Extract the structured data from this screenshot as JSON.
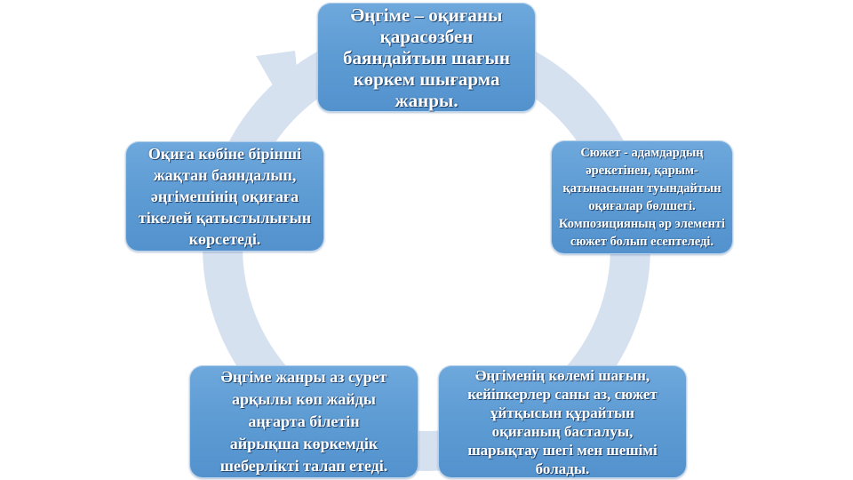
{
  "diagram": {
    "type": "cycle",
    "direction": "clockwise",
    "colors": {
      "background": "#ffffff",
      "ring": "#d6e1f0",
      "node_fill_top": "#6ea8dc",
      "node_fill_bottom": "#5392cd",
      "node_border": "#a9c9e8",
      "text": "#ffffff",
      "text_shadow": "#17365d"
    },
    "nodes": [
      {
        "id": "top",
        "lines": [
          "Әңгіме – оқиғаны",
          "қарасөзбен",
          "баяндайтын шағын",
          "көркем шығарма",
          "жанры."
        ]
      },
      {
        "id": "right",
        "lines": [
          "Сюжет - адамдардың",
          "әрекетінен, қарым-",
          "қатынасынан туындайтын",
          "оқиғалар  бөлшегі.",
          "Композицияның әр элементі",
          "сюжет болып есептеледі."
        ]
      },
      {
        "id": "bottom-right",
        "lines": [
          "Әңгіменің көлемі шағын,",
          "кейіпкерлер саны аз, сюжет",
          "ұйтқысын құрайтын",
          "оқиғаның басталуы,",
          "шарықтау шегі мен шешімі",
          "болады."
        ]
      },
      {
        "id": "bottom-left",
        "lines": [
          "Әңгіме жанры аз сурет",
          "арқылы көп жайды",
          "аңғарта білетін",
          "айрықша көркемдік",
          "шеберлікті талап етеді."
        ]
      },
      {
        "id": "left",
        "lines": [
          "Оқиға көбіне бірінші",
          "жақтан баяндалып,",
          "әңгімешінің оқиғаға",
          "тікелей қатыстылығын",
          "көрсетеді."
        ]
      }
    ]
  }
}
